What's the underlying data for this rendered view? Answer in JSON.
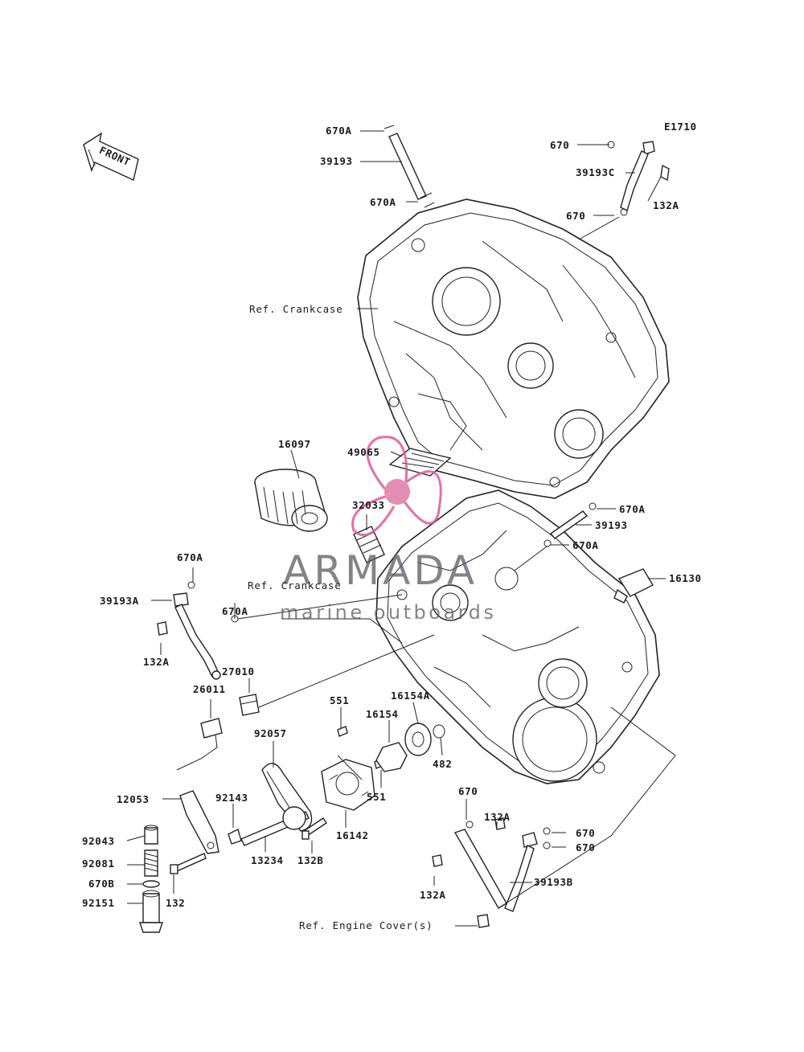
{
  "diagram_code": "E1710",
  "front_arrow_label": "FRONT",
  "watermark": {
    "brand": "ARMADA",
    "tagline": "marine outboards",
    "accent_color": "#e0559a",
    "text_color": "#5d5a62"
  },
  "labels": {
    "l670a_top": "670A",
    "l39193_top": "39193",
    "l670a_mid": "670A",
    "l670_tr1": "670",
    "l39193c": "39193C",
    "l132a_tr": "132A",
    "l670_tr2": "670",
    "ref_crankcase_upper": "Ref. Crankcase",
    "l16097": "16097",
    "l49065": "49065",
    "l32033": "32033",
    "l670a_r1": "670A",
    "l39193_r": "39193",
    "l670a_r2": "670A",
    "l16130": "16130",
    "ref_crankcase_lower": "Ref. Crankcase",
    "l670a_left": "670A",
    "l39193a": "39193A",
    "l670a_left2": "670A",
    "l132a_left": "132A",
    "l27010": "27010",
    "l26011": "26011",
    "l551_top": "551",
    "l16154a": "16154A",
    "l16154": "16154",
    "l92057": "92057",
    "l482": "482",
    "l551_mid": "551",
    "l12053": "12053",
    "l92143": "92143",
    "l16142": "16142",
    "l92043": "92043",
    "l13234": "13234",
    "l132b": "132B",
    "l92081": "92081",
    "l670b": "670B",
    "l92151": "92151",
    "l132": "132",
    "l670_br": "670",
    "l132a_br1": "132A",
    "l670_br2": "670",
    "l670_br3": "670",
    "l132a_br2": "132A",
    "l39193b": "39193B",
    "ref_engine_cover": "Ref. Engine Cover(s)"
  }
}
